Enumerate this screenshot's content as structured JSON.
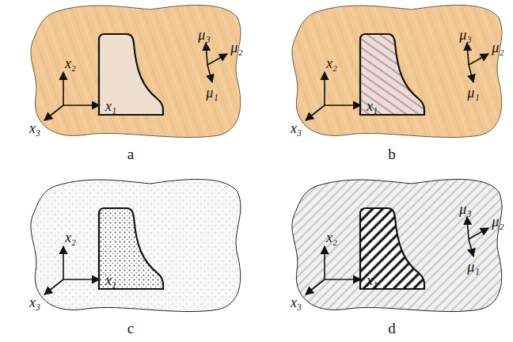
{
  "diagram": {
    "labels": [
      "μ₃",
      "μ₂",
      "μ₁",
      "x₂",
      "x₁",
      "x₃",
      "a",
      "μ₃",
      "μ₂",
      "μ₁",
      "x₂",
      "x₁",
      "x₃",
      "b",
      "x₂",
      "x₁",
      "x₃",
      "c",
      "μ₃",
      "μ₂",
      "μ₁",
      "x₂",
      "x₁",
      "x₃",
      "d"
    ]
  }
}
